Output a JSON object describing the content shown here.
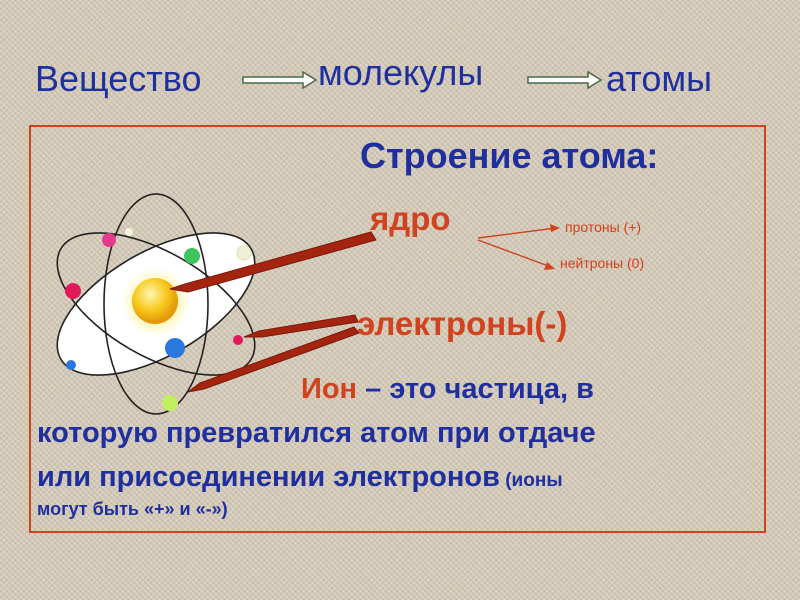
{
  "top_chain": {
    "word_1": "Вещество",
    "word_2": "молекулы",
    "word_3": "атомы"
  },
  "structure": {
    "title": "Строение атома:",
    "nucleus": "ядро",
    "protons": "протоны (+)",
    "neutrons": "нейтроны (0)",
    "electrons": "электроны(-)"
  },
  "ion_definition": {
    "term": "Ион",
    "line_1_rest": " – это частица, в",
    "line_2": "которую превратился атом при отдаче",
    "line_3": "или присоединении электронов",
    "note_part_1": " (ионы",
    "note_part_2": "могут быть «+» и «-»)"
  },
  "colors": {
    "title_blue": "#1f2f9e",
    "accent_red": "#d1421f",
    "arrow_dark_red": "#a42410",
    "nucleus_yellow": "#f7c81c",
    "orbit_outline": "#222222"
  },
  "icons": {
    "atom": "atom-model-icon",
    "arrow": "arrow-right-icon"
  }
}
